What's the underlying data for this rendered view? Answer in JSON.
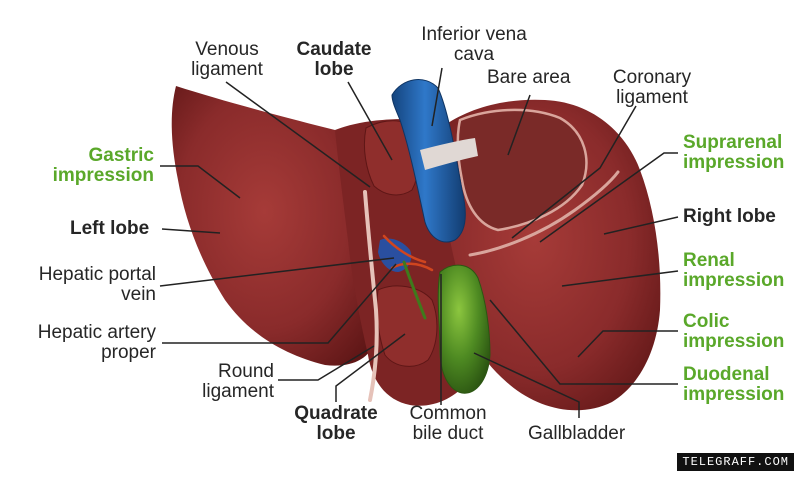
{
  "labels": {
    "venous_ligament": [
      "Venous",
      "ligament"
    ],
    "caudate_lobe": [
      "Caudate",
      "lobe"
    ],
    "inferior_vena_cava": [
      "Inferior vena",
      "cava"
    ],
    "bare_area": "Bare area",
    "coronary_ligament": [
      "Coronary",
      "ligament"
    ],
    "gastric_impression": [
      "Gastric",
      "impression"
    ],
    "suprarenal_impression": [
      "Suprarenal",
      "impression"
    ],
    "left_lobe": "Left lobe",
    "right_lobe": "Right lobe",
    "hepatic_portal_vein": [
      "Hepatic portal",
      "vein"
    ],
    "renal_impression": [
      "Renal",
      "impression"
    ],
    "hepatic_artery_proper": [
      "Hepatic artery",
      "proper"
    ],
    "colic_impression": [
      "Colic",
      "impression"
    ],
    "round_ligament": [
      "Round",
      "ligament"
    ],
    "duodenal_impression": [
      "Duodenal",
      "impression"
    ],
    "quadrate_lobe": [
      "Quadrate",
      "lobe"
    ],
    "common_bile_duct": [
      "Common",
      "bile duct"
    ],
    "gallbladder": "Gallbladder"
  },
  "watermark": "TELEGRAFF.COM",
  "colors": {
    "liver": "#8a2b2b",
    "liver_dark": "#5e1616",
    "liver_light": "#b34a45",
    "vena_cava": "#1f5fa8",
    "gallbladder": "#4e8a22",
    "portal_vein": "#2a4fa0",
    "artery": "#d0451f",
    "ligament": "#e6c2b9",
    "highlight_label": "#5aa82a",
    "text": "#262626",
    "leader_line": "#222222"
  }
}
